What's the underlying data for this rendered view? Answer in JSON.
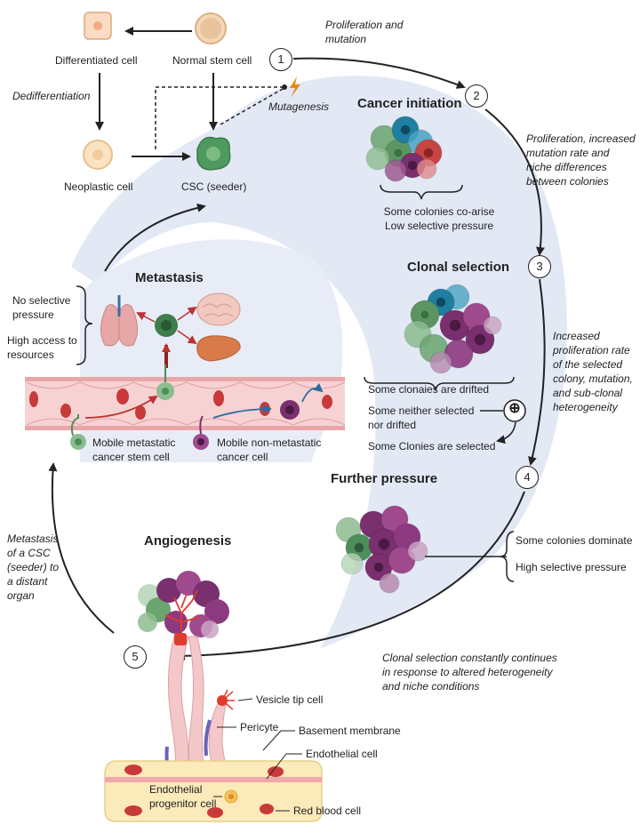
{
  "steps": {
    "s1": "1",
    "s2": "2",
    "s3": "3",
    "s4": "4",
    "s5": "5"
  },
  "top": {
    "differentiated_cell": "Differentiated cell",
    "normal_stem_cell": "Normal stem cell",
    "dedifferentiation": "Dedifferentiation",
    "mutagenesis": "Mutagenesis",
    "neoplastic_cell": "Neoplastic cell",
    "csc_seeder": "CSC (seeder)",
    "proliferation_mutation": "Proliferation and\nmutation"
  },
  "initiation": {
    "title": "Cancer initiation",
    "note": "Some colonies co-arise\nLow selective pressure",
    "side": "Proliferation, increased\nmutation rate and\nniche differences\nbetween colonies"
  },
  "selection": {
    "title": "Clonal selection",
    "drifted": "Some clonaies are drifted",
    "neither": "Some neither selected\nnor drifted",
    "selected": "Some Clonies are selected",
    "plus": "⊕",
    "side": "Increased\nproliferation rate\nof the selected\ncolony, mutation,\nand sub-clonal\nheterogeneity"
  },
  "pressure": {
    "title": "Further pressure",
    "dominate": "Some colonies dominate",
    "high": "High selective pressure",
    "continue_note": "Clonal selection constantly continues\nin response to altered heterogeneity\nand niche conditions"
  },
  "metastasis": {
    "title": "Metastasis",
    "no_pressure": "No selective\npressure",
    "high_access": "High access to\nresources",
    "mobile_csc": "Mobile metastatic\ncancer stem cell",
    "mobile_non": "Mobile non-metastatic\ncancer cell",
    "side": "Metastasis\nof a CSC\n(seeder) to\na distant\norgan"
  },
  "angiogenesis": {
    "title": "Angiogenesis",
    "tip_cell": "Vesicle tip cell",
    "pericyte": "Pericyte",
    "basement": "Basement membrane",
    "endothelial": "Endothelial cell",
    "progenitor": "Endothelial\nprogenitor cell",
    "rbc": "Red blood cell"
  },
  "colors": {
    "backdrop": "#e3e8f5",
    "teal": "#1f7fa0",
    "green": "#4d8f5a",
    "red": "#c94545",
    "purple": "#7a2f6e",
    "vessel_pink": "#f4c7c9",
    "rbc_red": "#c83a3a"
  }
}
